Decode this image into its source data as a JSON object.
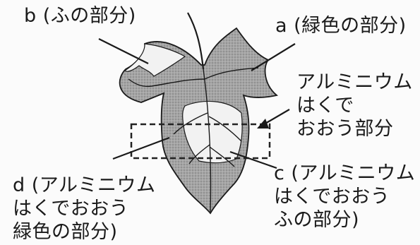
{
  "labels": {
    "b": "b (ふの部分)",
    "a": "a (緑色の部分)",
    "foil": "アルミニウム\nはくで\nおおう部分",
    "d": "d (アルミニウム\nはくでおおう\n緑色の部分)",
    "c": "c (アルミニウム\nはくでおおう\nふの部分)"
  },
  "colors": {
    "leaf_green": "#9c9c9c",
    "variegated": "#f2f2f2",
    "outline": "#1a1a1a",
    "foil_box": "#222222"
  }
}
